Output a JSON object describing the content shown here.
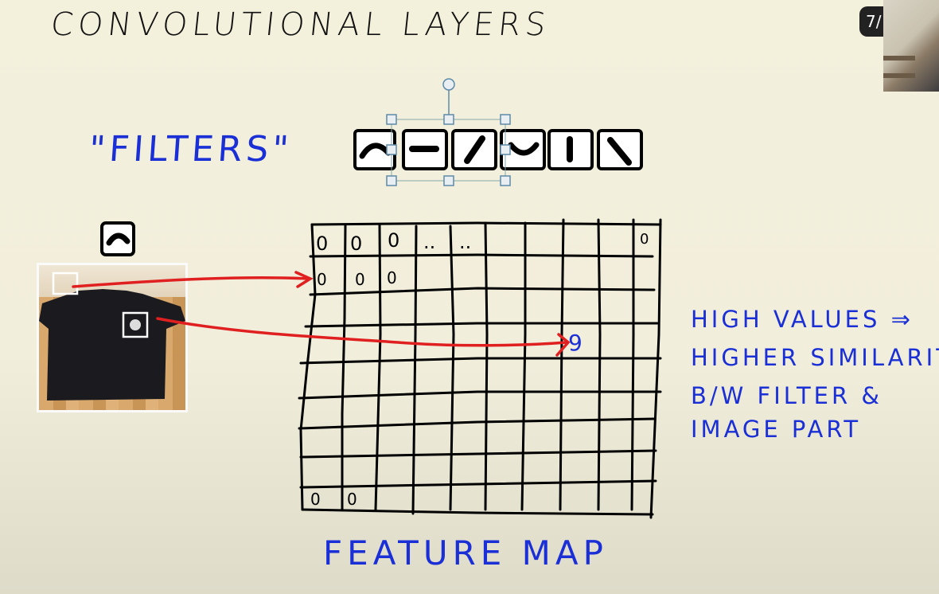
{
  "title": "CONVOLUTIONAL LAYERS",
  "filters_label": "\"FILTERS\"",
  "feature_map_label": "FEATURE MAP",
  "note_lines": [
    "HIGH VALUES ⇒",
    "HIGHER SIMILARITY",
    "B/W FILTER &",
    "IMAGE PART"
  ],
  "slide_counter": "7/",
  "filter_icons": [
    "arc-top-icon",
    "horizontal-line-icon",
    "diagonal-up-icon",
    "arc-bottom-icon",
    "vertical-line-icon",
    "diagonal-down-icon"
  ],
  "selected_filter_icon": "arc-top-icon",
  "grid": {
    "top_row_values": [
      "0",
      "0",
      "0",
      "..",
      "..",
      "0"
    ],
    "second_row_values": [
      "0",
      "0",
      "0"
    ],
    "highlight_value": "9",
    "bottom_row_values": [
      "0",
      "0"
    ]
  },
  "colors": {
    "ink": "#111111",
    "blue_ink": "#1a2fd6",
    "red_arrow": "#e02020",
    "selection_handle": "#5d8aa8"
  }
}
